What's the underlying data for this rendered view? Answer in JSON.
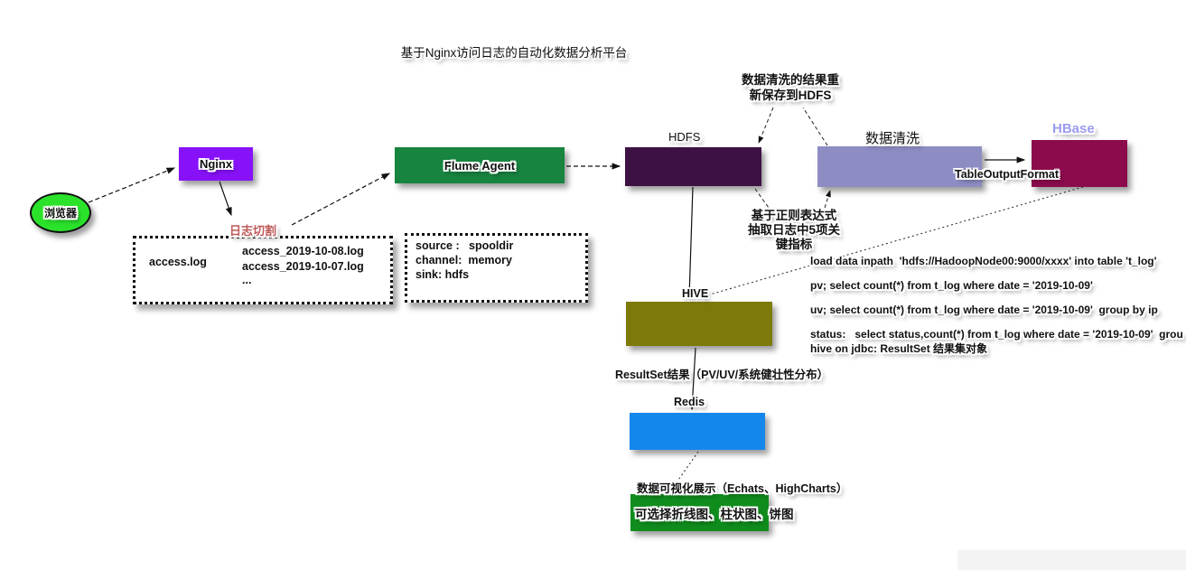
{
  "title": "基于Nginx访问日志的自动化数据分析平台",
  "nodes": {
    "browser": {
      "label": "浏览器",
      "color": "#2be22b"
    },
    "nginx": {
      "label": "Nginx",
      "color": "#8712f9"
    },
    "flume": {
      "label": "Flume Agent",
      "color": "#17843f"
    },
    "hdfs": {
      "label": "HDFS",
      "color": "#3e1145"
    },
    "clean": {
      "label": "数据清洗",
      "color": "#8d8dc4"
    },
    "hbase": {
      "label": "HBase",
      "color": "#8c0b4d",
      "label_color": "#9b9bf0"
    },
    "hive": {
      "label": "HIVE",
      "color": "#7e7a09"
    },
    "redis": {
      "label": "Redis",
      "color": "#1487ed"
    },
    "charts": {
      "label": "可选择折线图、柱状图、饼图",
      "color": "#108c1d"
    }
  },
  "annotations": {
    "log_split": "日志切割",
    "clean_to_hdfs_line1": "数据清洗的结果重",
    "clean_to_hdfs_line2": "新保存到HDFS",
    "regex_line1": "基于正则表达式",
    "regex_line2": "抽取日志中5项关",
    "regex_line3": "键指标",
    "table_output_format": "TableOutputFormat",
    "resultset": "ResultSet结果（PV/UV/系统健壮性分布）",
    "visualization": "数据可视化展示（Echats、HighCharts）"
  },
  "log_box": {
    "current": "access.log",
    "rotated": [
      "access_2019-10-08.log",
      "access_2019-10-07.log",
      "..."
    ]
  },
  "flume_config": [
    "source :   spooldir",
    "channel:  memory",
    "sink: hdfs"
  ],
  "hive_queries": [
    "load data inpath  'hdfs://HadoopNode00:9000/xxxx' into table 't_log'",
    "pv; select count(*) from t_log where date = '2019-10-09'",
    "uv; select count(*) from t_log where date = '2019-10-09'  group by ip",
    "status:   select status,count(*) from t_log where date = '2019-10-09'  grou",
    "hive on jdbc: ResultSet 结果集对象"
  ]
}
